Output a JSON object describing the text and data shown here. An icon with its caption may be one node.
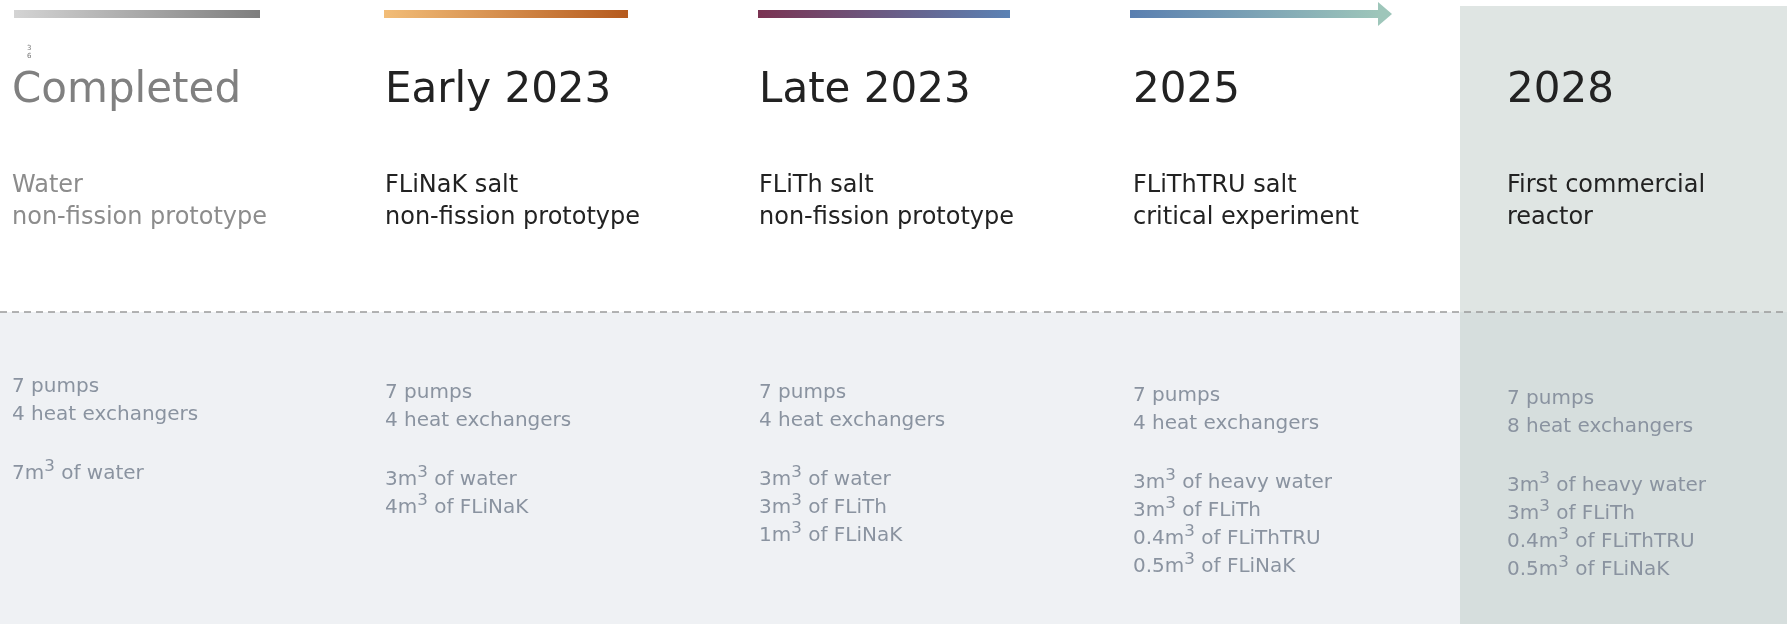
{
  "diagram": {
    "nodes": [
      {
        "text": [
          "Completed",
          "Water",
          "non-fission prototype",
          "7 pumps",
          "4 heat exchangers",
          "7m$^{3}$ of water"
        ]
      },
      {
        "text": [
          "Early 2023",
          "FLiNaK salt",
          "non-fission prototype",
          "7 pumps",
          "4 heat exchangers",
          "3m$^{3}$ of water",
          "4m$^{3}$ of FLiNaK"
        ]
      },
      {
        "text": [
          "Late 2023",
          "FLiTh salt",
          "non-fission prototype",
          "7 pumps",
          "4 heat exchangers",
          "3m$^{3}$ of water",
          "3m$^{3}$ of FLiTh",
          "1m$^{3}$ of FLiNaK"
        ]
      },
      {
        "text": [
          "2025",
          "FLiThTRU salt",
          "critical experiment",
          "7 pumps",
          "4 heat exchangers",
          "3m$^{3}$ of heavy water",
          "3m$^{3}$ of FLiTh",
          "0.4m$^{3}$ of FLiThTRU",
          "0.5m$^{3}$ of FLiNaK"
        ]
      },
      {
        "text": [
          "2028",
          "First commercial reactor",
          "7 pumps",
          "8 heat exchangers",
          "3m$^{3}$ of heavy water",
          "3m$^{3}$ of FLiTh",
          "0.4m$^{3}$ of FLiThTRU",
          "0.5m$^{3}$ of FLiNaK"
        ]
      }
    ],
    "labels": [
      "3",
      "6"
    ]
  }
}
